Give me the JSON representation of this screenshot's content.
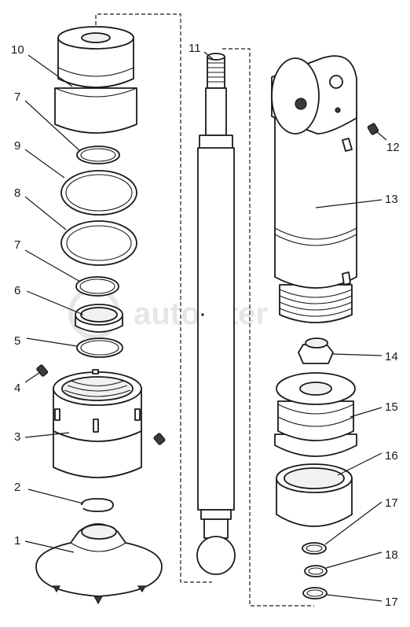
{
  "watermark": "autopiter",
  "callouts": [
    {
      "id": "1",
      "label": "1"
    },
    {
      "id": "2",
      "label": "2"
    },
    {
      "id": "3",
      "label": "3"
    },
    {
      "id": "4",
      "label": "4"
    },
    {
      "id": "5",
      "label": "5"
    },
    {
      "id": "6",
      "label": "6"
    },
    {
      "id": "7a",
      "label": "7"
    },
    {
      "id": "7b",
      "label": "7"
    },
    {
      "id": "8",
      "label": "8"
    },
    {
      "id": "9",
      "label": "9"
    },
    {
      "id": "10",
      "label": "10"
    },
    {
      "id": "11",
      "label": "11"
    },
    {
      "id": "12",
      "label": "12"
    },
    {
      "id": "13",
      "label": "13"
    },
    {
      "id": "14",
      "label": "14"
    },
    {
      "id": "15",
      "label": "15"
    },
    {
      "id": "16",
      "label": "16"
    },
    {
      "id": "17a",
      "label": "17"
    },
    {
      "id": "18",
      "label": "18"
    },
    {
      "id": "17b",
      "label": "17"
    }
  ]
}
